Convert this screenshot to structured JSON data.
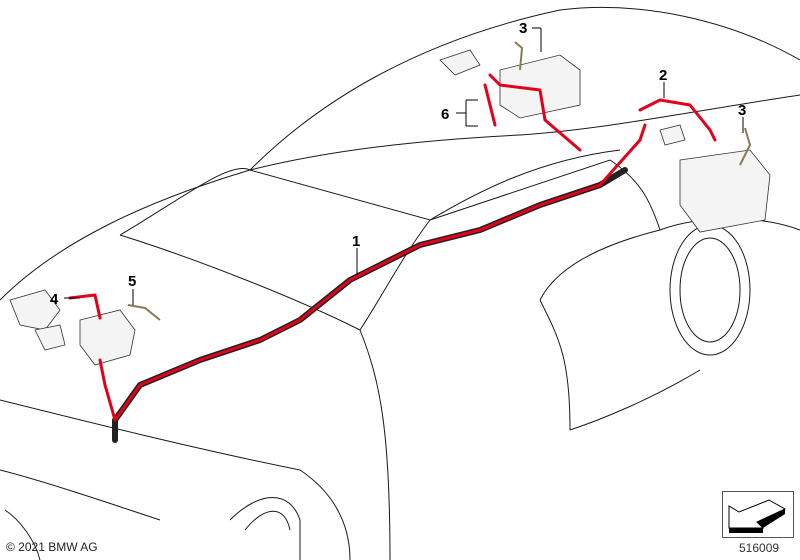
{
  "diagram": {
    "callouts": {
      "c1": "1",
      "c2": "2",
      "c3a": "3",
      "c3b": "3",
      "c4": "4",
      "c5": "5",
      "c6": "6"
    },
    "cable_color": "#e3001b"
  },
  "footer": {
    "copyright": "© 2021 BMW AG",
    "image_number": "516009",
    "nav_icon": "arrow-down-left-icon"
  }
}
